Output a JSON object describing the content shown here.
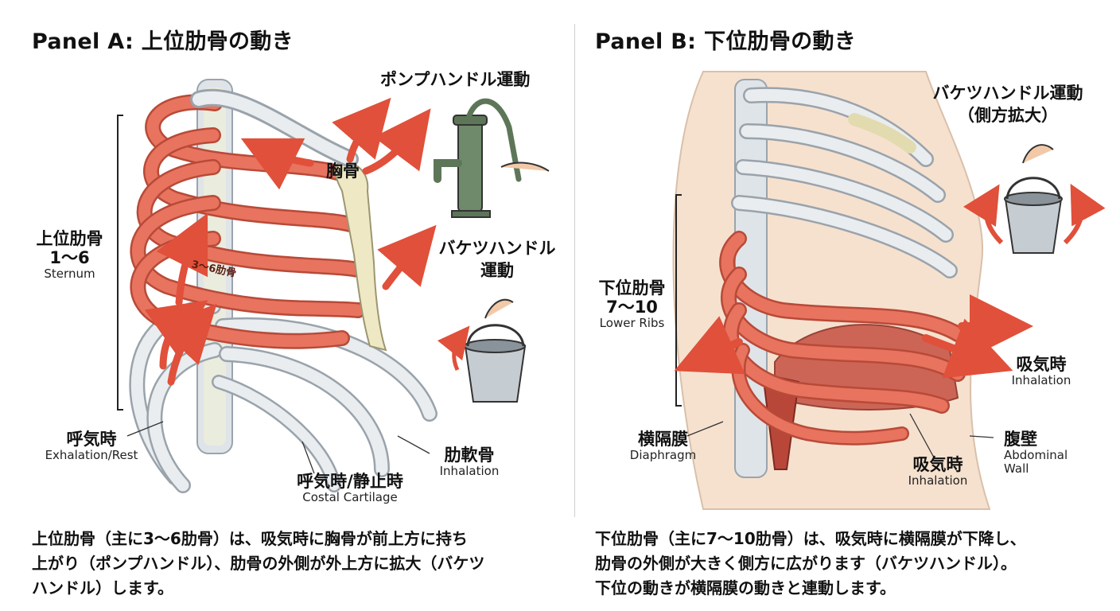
{
  "panel_a": {
    "title": "Panel A: 上位肋骨の動き",
    "labels": {
      "pump_handle": "ポンプハンドル運動",
      "sternum": "胸骨",
      "bucket_handle_1": "バケツハンドル",
      "bucket_handle_2": "運動",
      "upper_ribs_1": "上位肋骨",
      "upper_ribs_2": "1〜6",
      "upper_ribs_en": "Sternum",
      "ribs_3_6": "3〜6肋骨",
      "exhalation": "呼気時",
      "exhalation_en": "Exhalation/Rest",
      "exhale_rest": "呼気時/静止時",
      "exhale_rest_en": "Costal Cartilage",
      "costal_cartilage": "肋軟骨",
      "costal_cartilage_en": "Inhalation"
    },
    "caption": [
      "上位肋骨（主に3〜6肋骨）は、吸気時に胸骨が前上方に持ち",
      "上がり（ポンプハンドル）、肋骨の外側が外上方に拡大（バケツ",
      "ハンドル）します。"
    ]
  },
  "panel_b": {
    "title": "Panel B: 下位肋骨の動き",
    "labels": {
      "bucket_handle": "バケツハンドル運動",
      "lateral": "（側方拡大）",
      "lower_ribs_1": "下位肋骨",
      "lower_ribs_2": "7〜10",
      "lower_ribs_en": "Lower Ribs",
      "inhale_right": "吸気時",
      "inhale_right_en": "Inhalation",
      "diaphragm": "横隔膜",
      "diaphragm_en": "Diaphragm",
      "inhale_bottom": "吸気時",
      "inhale_bottom_en": "Inhalation",
      "abdominal": "腹壁",
      "abdominal_en_1": "Abdominal",
      "abdominal_en_2": "Wall"
    },
    "caption": [
      "下位肋骨（主に7〜10肋骨）は、吸気時に横隔膜が下降し、",
      "肋骨の外側が大きく側方に広がります（バケツハンドル）。",
      "下位の動きが横隔膜の動きと連動します。"
    ]
  },
  "colors": {
    "rib_highlight": "#e8735e",
    "rib_bone": "#e9edf0",
    "arrow": "#e0503a",
    "cartilage": "#efe8c4",
    "skin": "#f6e1cf"
  }
}
